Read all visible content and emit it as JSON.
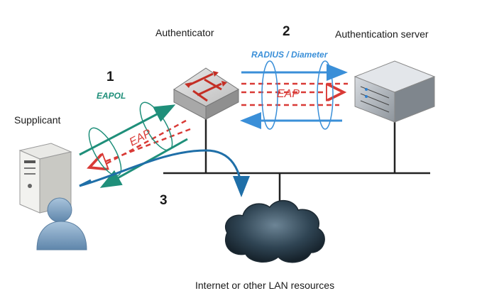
{
  "nodes": {
    "supplicant": "Supplicant",
    "authenticator": "Authenticator",
    "auth_server": "Authentication server",
    "internet": "Internet or other LAN resources"
  },
  "steps": {
    "one": "1",
    "two": "2",
    "three": "3"
  },
  "protocols": {
    "eapol": "EAPOL",
    "radius": "RADIUS / Diameter",
    "eap_left": "EAP",
    "eap_right": "EAP"
  },
  "colors": {
    "eapol": "#1f8f7a",
    "radius": "#3a8fd8",
    "eap": "#d93a36",
    "step3": "#1f6fa8",
    "network_line": "#222222",
    "person": "#7fa3c6",
    "cloud": "#2a3d4a"
  },
  "icons": [
    "computer-icon",
    "user-icon",
    "switch-icon",
    "server-icon",
    "cloud-icon"
  ]
}
